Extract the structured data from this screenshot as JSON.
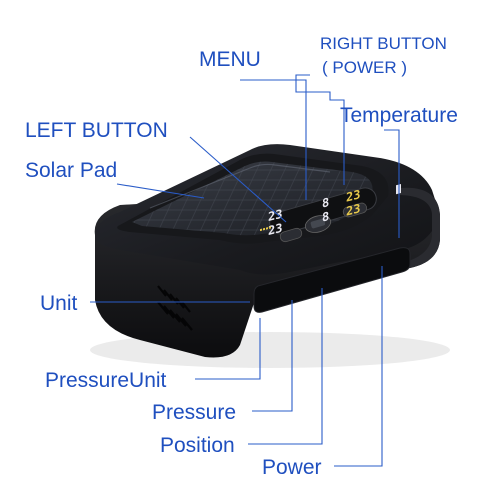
{
  "title": "",
  "colors": {
    "label": "#1f4fbf",
    "leader_line": "#2a5cc8",
    "device_body": "#1a1a1c",
    "solar_panel": "#26282e",
    "display_bg": "#0b0c0e",
    "digit_white": "#e8e8f0",
    "digit_yellow": "#e6c84a"
  },
  "labels": {
    "menu": "MENU",
    "right_button_line1": "RIGHT BUTTON",
    "right_button_line2": "( POWER )",
    "temperature": "Temperature",
    "left_button": "LEFT BUTTON",
    "solar_pad": "Solar Pad",
    "unit": "Unit",
    "pressure_unit": "PressureUnit",
    "pressure": "Pressure",
    "position": "Position",
    "power": "Power"
  },
  "display": {
    "left_top": "23",
    "left_bottom": "23",
    "center_top": "8",
    "center_bottom": "8",
    "right_top": "23",
    "right_bottom": "23"
  },
  "icons": {
    "menu_button": "menu-button-icon",
    "left_button": "left-button-icon",
    "right_button": "right-button-icon",
    "speaker": "speaker-grille-icon",
    "battery": "battery-icon"
  }
}
